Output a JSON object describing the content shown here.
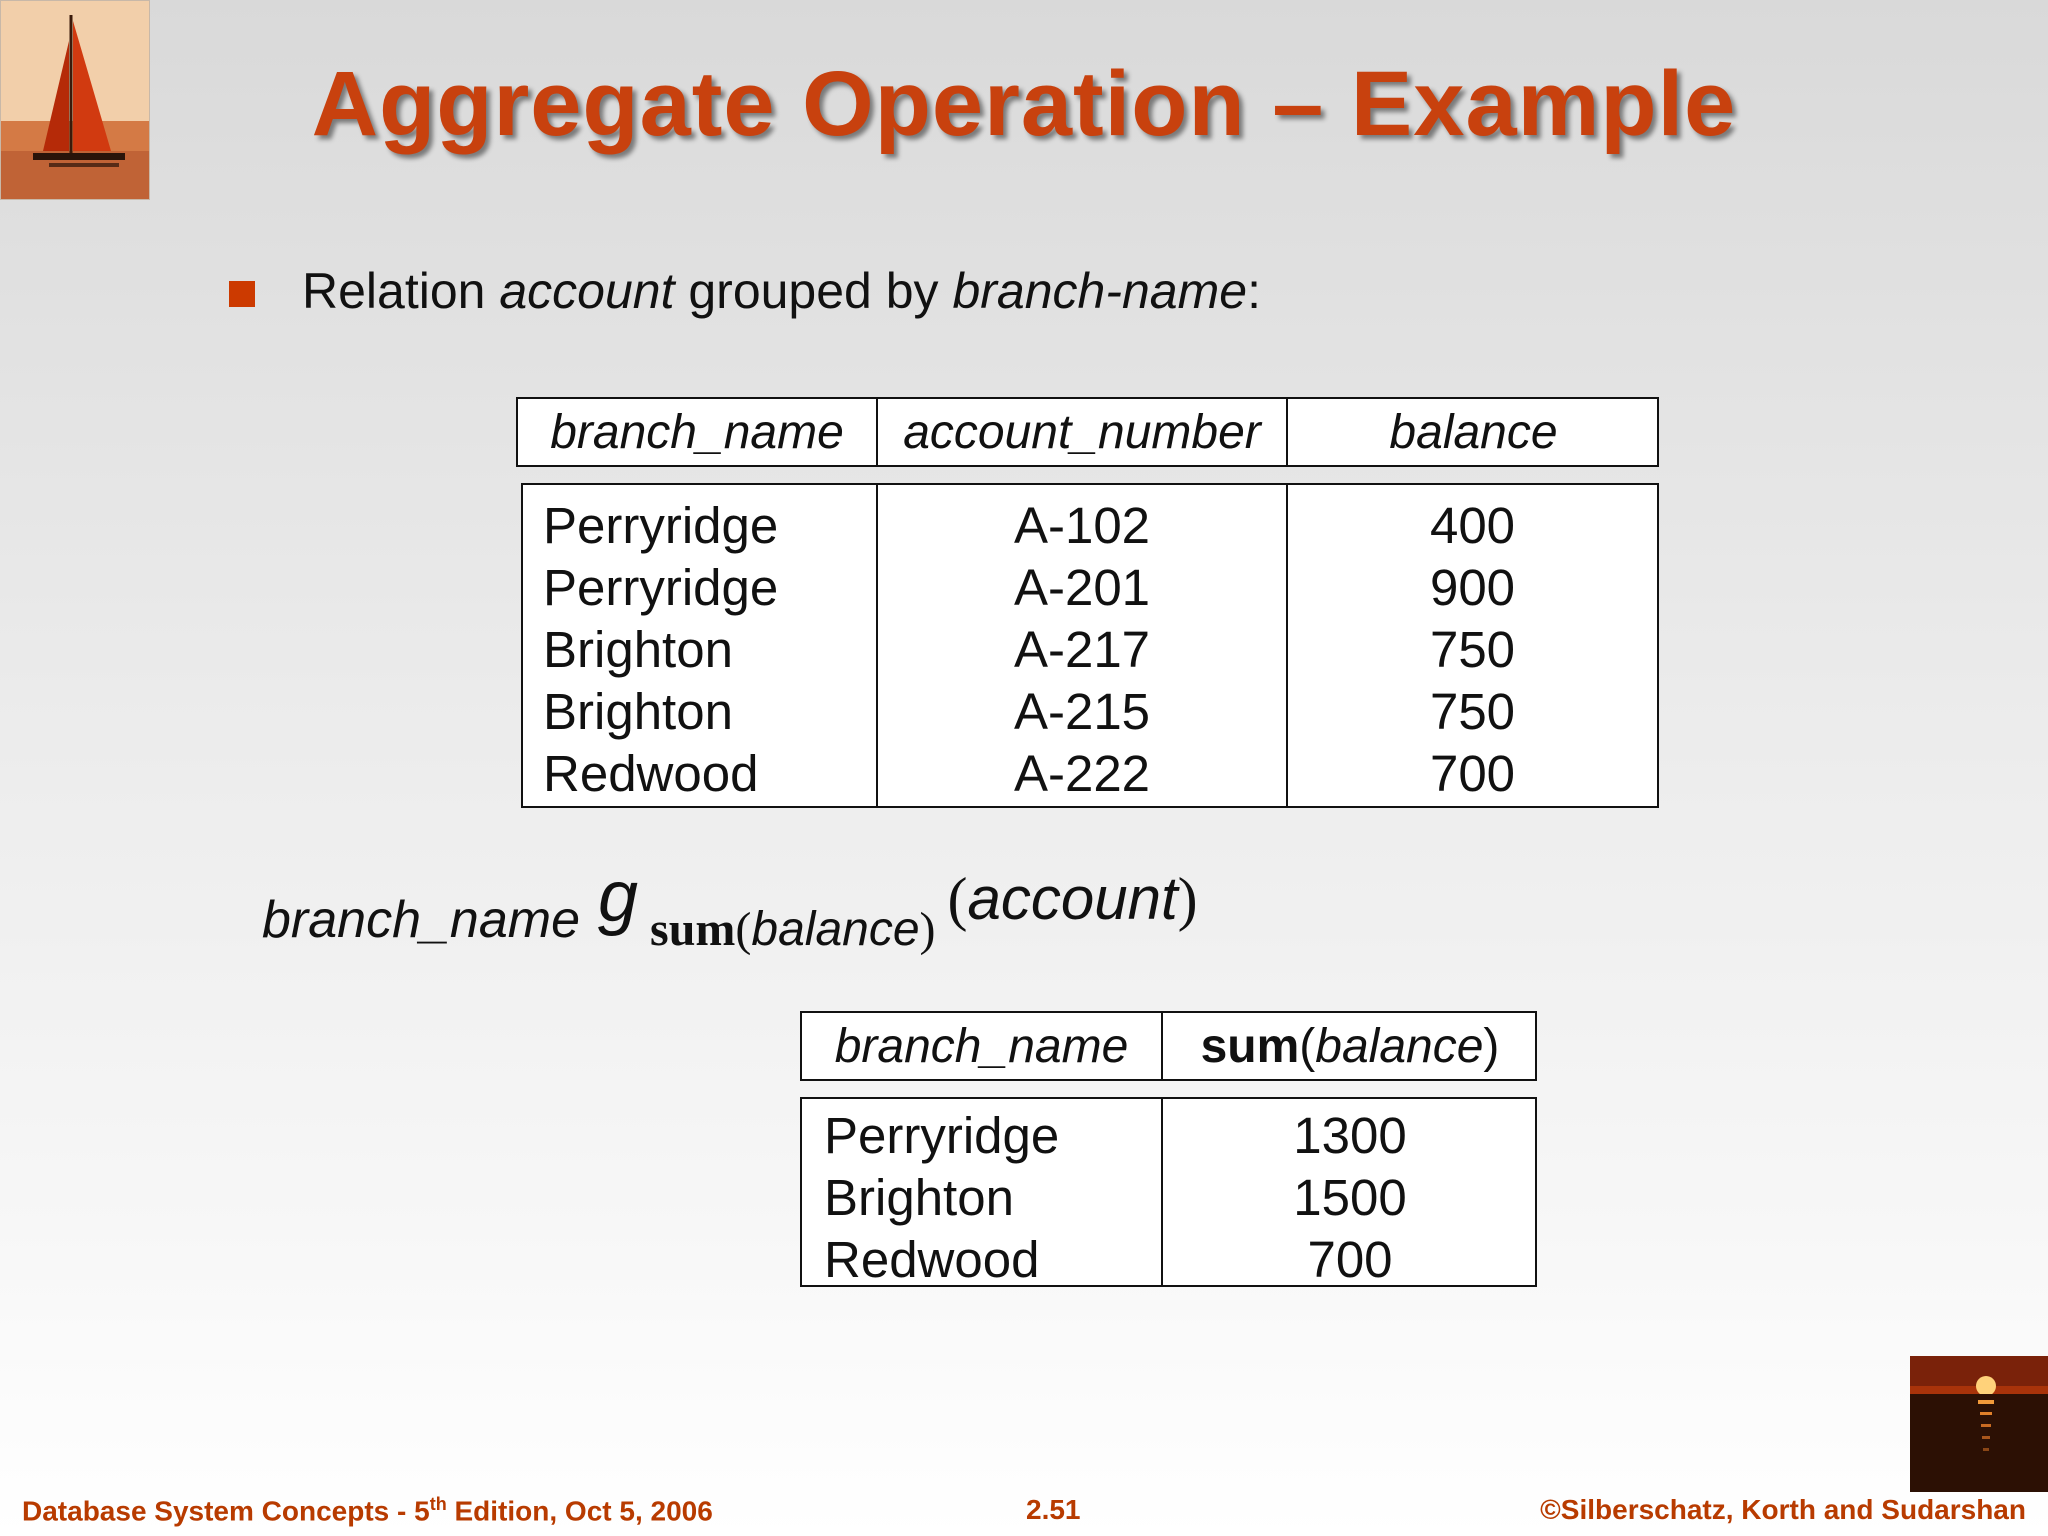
{
  "slide": {
    "title": "Aggregate Operation – Example",
    "bullet": {
      "part1": "Relation ",
      "account": "account",
      "part2": " grouped by ",
      "branch": "branch-name",
      "part3": ":"
    },
    "table1": {
      "headers": [
        "branch_name",
        "account_number",
        "balance"
      ],
      "rows": [
        [
          "Perryridge",
          "A-102",
          "400"
        ],
        [
          "Perryridge",
          "A-201",
          "900"
        ],
        [
          "Brighton",
          "A-217",
          "750"
        ],
        [
          "Brighton",
          "A-215",
          "750"
        ],
        [
          "Redwood",
          "A-222",
          "700"
        ]
      ]
    },
    "expression": {
      "group_attr": "branch_name",
      "g": "g",
      "func": "sum",
      "func_arg": "balance",
      "relation": "account"
    },
    "table2": {
      "header1": "branch_name",
      "header2_func": "sum",
      "header2_arg": "balance",
      "rows": [
        [
          "Perryridge",
          "1300"
        ],
        [
          "Brighton",
          "1500"
        ],
        [
          "Redwood",
          "700"
        ]
      ]
    }
  },
  "footer": {
    "left_pre": "Database System Concepts - 5",
    "left_sup": "th",
    "left_post": " Edition, Oct 5, 2006",
    "center": "2.51",
    "right": "©Silberschatz, Korth and Sudarshan"
  },
  "icons": {
    "top_left": "sailboat-logo",
    "bottom_right": "sunset-logo"
  },
  "colors": {
    "title": "#c8410e",
    "bullet": "#cc3a00",
    "footer": "#b83b00"
  }
}
